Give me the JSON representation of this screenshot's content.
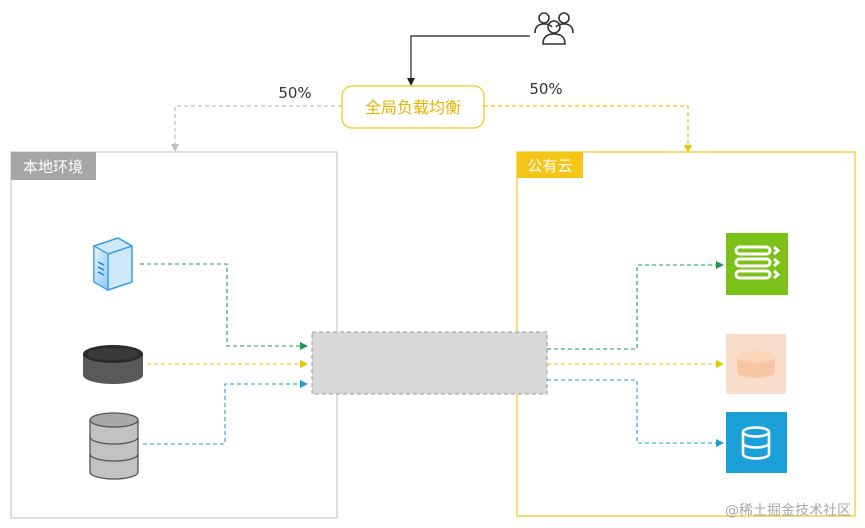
{
  "diagram": {
    "users_icon": "users-icon",
    "load_balancer": {
      "label": "全局负载均衡"
    },
    "split": {
      "left_percent": "50%",
      "right_percent": "50%"
    },
    "local_env": {
      "label": "本地环境",
      "components": [
        {
          "name": "server",
          "icon": "server-icon"
        },
        {
          "name": "dark-database",
          "icon": "database-disk-icon"
        },
        {
          "name": "gray-database",
          "icon": "database-stack-icon"
        }
      ]
    },
    "public_cloud": {
      "label": "公有云",
      "components": [
        {
          "name": "green-service",
          "icon": "stack-lines-icon"
        },
        {
          "name": "orange-database",
          "icon": "database-disk-icon"
        },
        {
          "name": "blue-database",
          "icon": "database-icon"
        }
      ]
    },
    "connector": {
      "icon": "link-channel"
    }
  },
  "colors": {
    "load_balancer": "#f5c518",
    "local_border": "#c8c8c8",
    "local_label_bg": "#a6a6a6",
    "cloud": "#f5c518",
    "green": "#1a9c4e",
    "yellow": "#f2c200",
    "blue": "#1ba0d8",
    "gray_arrow": "#c0c0c0",
    "channel": "#d6d6d6"
  },
  "watermark": "@稀土掘金技术社区"
}
